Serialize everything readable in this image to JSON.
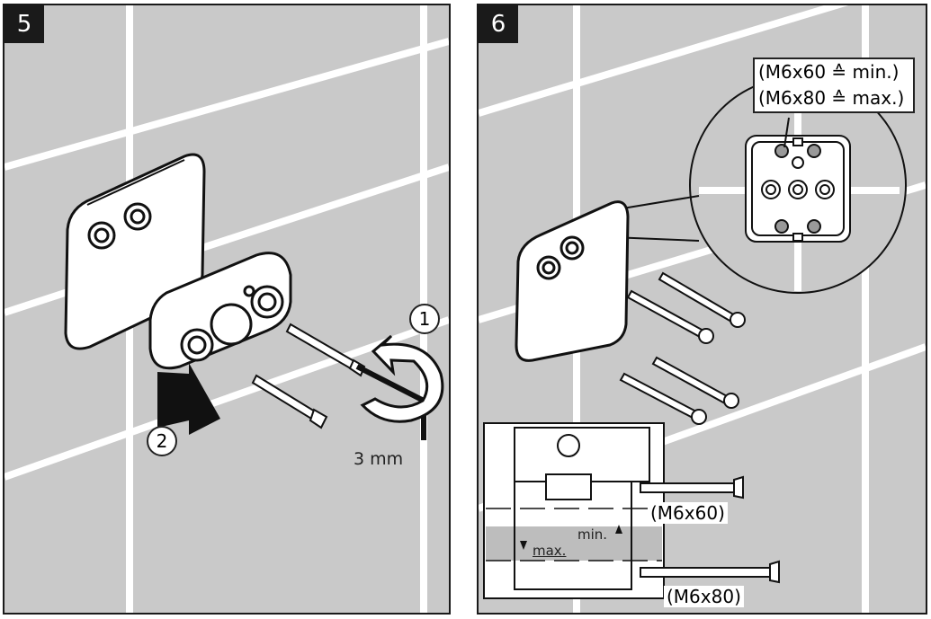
{
  "steps": [
    {
      "number": "5",
      "markers": [
        "1",
        "2"
      ],
      "tool_size": "3 mm"
    },
    {
      "number": "6",
      "callout_lines": [
        "(M6x60 ≙ min.)",
        "(M6x80 ≙ max.)"
      ],
      "inset": {
        "min_label": "min.",
        "max_label": "max."
      },
      "screw_labels": [
        "(M6x60)",
        "(M6x80)"
      ]
    }
  ],
  "colors": {
    "wall": "#c9c9c9",
    "grout": "#ffffff",
    "ink": "#1a1a1a"
  }
}
